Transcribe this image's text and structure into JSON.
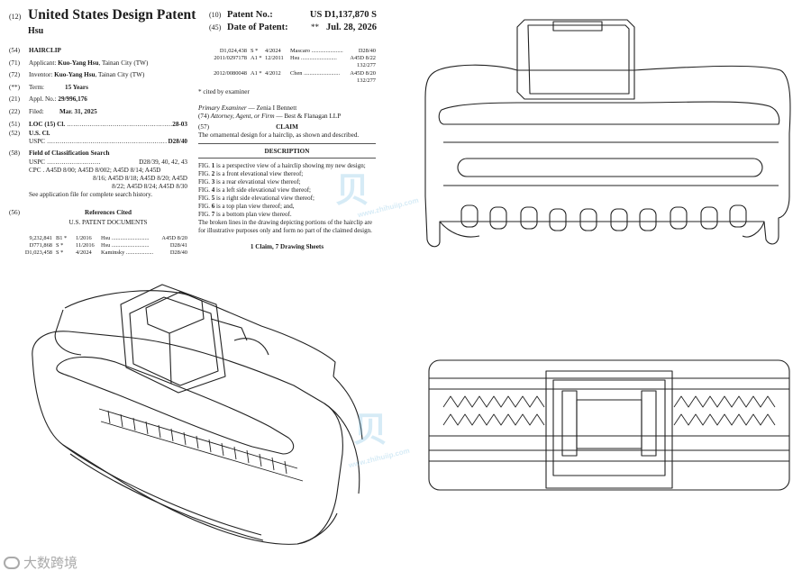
{
  "header": {
    "code_12": "(12)",
    "title": "United States Design Patent",
    "inventor_short": "Hsu",
    "code_10": "(10)",
    "patent_no_label": "Patent No.:",
    "patent_no": "US D1,137,870 S",
    "code_45": "(45)",
    "date_label": "Date of Patent:",
    "stars": "**",
    "date": "Jul. 28, 2026"
  },
  "bib": {
    "f54": {
      "code": "(54)",
      "text": "HAIRCLIP"
    },
    "f71": {
      "code": "(71)",
      "label": "Applicant:",
      "name": "Kuo-Yang Hsu",
      "place": ", Tainan City (TW)"
    },
    "f72": {
      "code": "(72)",
      "label": "Inventor:",
      "name": "Kuo-Yang Hsu",
      "place": ", Tainan City (TW)"
    },
    "f_term": {
      "code": "(**)",
      "label": "Term:",
      "value": "15 Years"
    },
    "f21": {
      "code": "(21)",
      "label": "Appl. No.:",
      "value": "29/996,176"
    },
    "f22": {
      "code": "(22)",
      "label": "Filed:",
      "value": "Mar. 31, 2025"
    },
    "f51": {
      "code": "(51)",
      "label": "LOC (15) Cl.",
      "value": "28-03"
    },
    "f52": {
      "code": "(52)",
      "label": "U.S. Cl.",
      "uspc": "USPC",
      "value": "D28/40"
    },
    "f58": {
      "code": "(58)",
      "label": "Field of Classification Search",
      "uspc": "USPC",
      "uspc_val": "D28/39, 40, 42, 43",
      "cpc_1": "CPC . A45D 8/00; A45D 8/002; A45D 8/14; A45D",
      "cpc_2": "8/16; A45D 8/18; A45D 8/20; A45D",
      "cpc_3": "8/22; A45D 8/24; A45D 8/30",
      "note": "See application file for complete search history."
    },
    "f56": {
      "code": "(56)",
      "label": "References Cited",
      "sub": "U.S. PATENT DOCUMENTS"
    },
    "citations": [
      {
        "num": "9,232,841",
        "kind": "B1 *",
        "date": "1/2016",
        "name": "Hsu",
        "cls": "A45D 8/20"
      },
      {
        "num": "D771,868",
        "kind": "S *",
        "date": "11/2016",
        "name": "Hsu",
        "cls": "D28/41"
      },
      {
        "num": "D1,023,458",
        "kind": "S *",
        "date": "4/2024",
        "name": "Kaminsky",
        "cls": "D28/40"
      }
    ]
  },
  "col2": {
    "citations": [
      {
        "num": "D1,024,438",
        "kind": "S *",
        "date": "4/2024",
        "name": "Mascaro",
        "cls": "D28/40",
        "cont": ""
      },
      {
        "num": "2011/0297178",
        "kind": "A1 *",
        "date": "12/2011",
        "name": "Hsu",
        "cls": "A45D 8/22",
        "cont": "132/277"
      },
      {
        "num": "2012/0080048",
        "kind": "A1 *",
        "date": "4/2012",
        "name": "Chen",
        "cls": "A45D 8/20",
        "cont": "132/277"
      }
    ],
    "cited_by": "* cited by examiner",
    "examiner_label": "Primary Examiner",
    "examiner": " — Zenia I Bennett",
    "attorney_code": "(74)",
    "attorney_label": "Attorney, Agent, or Firm",
    "attorney": " — Best & Flanagan LLP",
    "claim_code": "(57)",
    "claim_heading": "CLAIM",
    "claim_text": "The ornamental design for a hairclip, as shown and described.",
    "desc_heading": "DESCRIPTION",
    "desc": [
      {
        "pre": "FIG. ",
        "num": "1",
        "text": " is a perspective view of a hairclip showing my new design;"
      },
      {
        "pre": "FIG. ",
        "num": "2",
        "text": " is a front elevational view thereof;"
      },
      {
        "pre": "FIG. ",
        "num": "3",
        "text": " is a rear elevational view thereof;"
      },
      {
        "pre": "FIG. ",
        "num": "4",
        "text": " is a left side elevational view thereof;"
      },
      {
        "pre": "FIG. ",
        "num": "5",
        "text": " is a right side elevational view thereof;"
      },
      {
        "pre": "FIG. ",
        "num": "6",
        "text": " is a top plan view thereof; and,"
      },
      {
        "pre": "FIG. ",
        "num": "7",
        "text": " is a bottom plan view thereof."
      }
    ],
    "broken_lines": "The broken lines in the drawing depicting portions of the hairclip are for illustrative purposes only and form no part of the claimed design.",
    "claims_count": "1 Claim, 7 Drawing Sheets"
  },
  "watermark": {
    "brand_1": "贝",
    "url": "www.zhihuiip.com",
    "footer": "大数跨境"
  }
}
